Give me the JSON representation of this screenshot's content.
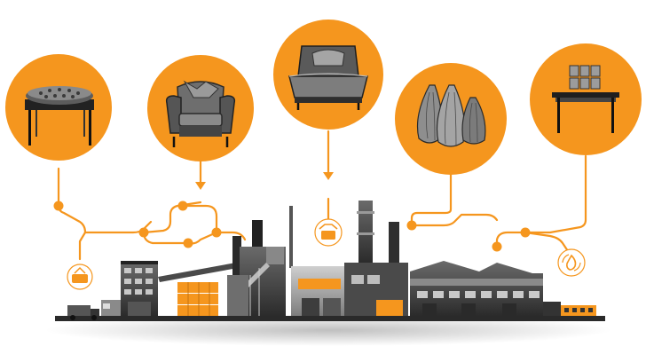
{
  "colors": {
    "accent": "#f5961e",
    "accent_dark": "#d97a0a",
    "building_dark": "#3a3a3a",
    "building_mid": "#6b6b6b",
    "building_light": "#a8a8a8",
    "background": "#ffffff"
  },
  "products": [
    {
      "id": "ottoman-table",
      "icon": "tufted-ottoman-table-icon"
    },
    {
      "id": "armchair",
      "icon": "armchair-icon"
    },
    {
      "id": "bed",
      "icon": "bed-icon"
    },
    {
      "id": "vases",
      "icon": "ceramic-vases-icon"
    },
    {
      "id": "shelf-table",
      "icon": "cube-shelf-table-icon"
    }
  ],
  "process_icons": [
    {
      "id": "wood-processing",
      "icon": "wood-cutting-icon"
    },
    {
      "id": "material-handling",
      "icon": "hands-box-icon"
    },
    {
      "id": "recycling",
      "icon": "recycle-flame-icon"
    }
  ]
}
